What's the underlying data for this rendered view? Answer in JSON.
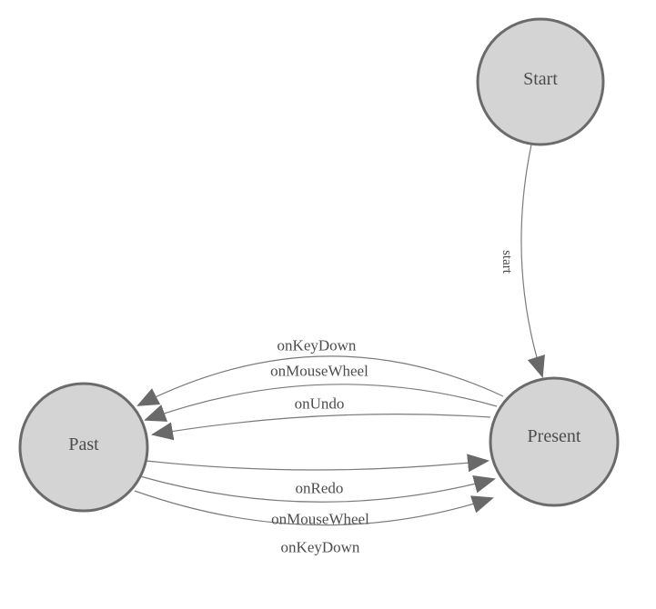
{
  "diagram": {
    "type": "state-machine-graph",
    "colors": {
      "background": "#ffffff",
      "node_fill": "#d4d4d4",
      "node_border": "#6b6b6b",
      "edge_line": "#7b7b7b",
      "arrowhead": "#696969",
      "label_text": "#4c4c4c"
    },
    "nodes": [
      {
        "id": "start",
        "label": "Start"
      },
      {
        "id": "past",
        "label": "Past"
      },
      {
        "id": "present",
        "label": "Present"
      }
    ],
    "edges": [
      {
        "from": "Start",
        "to": "Present",
        "label": "start"
      },
      {
        "from": "Present",
        "to": "Past",
        "label": "onKeyDown"
      },
      {
        "from": "Present",
        "to": "Past",
        "label": "onMouseWheel"
      },
      {
        "from": "Present",
        "to": "Past",
        "label": "onUndo"
      },
      {
        "from": "Past",
        "to": "Present",
        "label": "onRedo"
      },
      {
        "from": "Past",
        "to": "Present",
        "label": "onMouseWheel"
      },
      {
        "from": "Past",
        "to": "Present",
        "label": "onKeyDown"
      }
    ]
  }
}
